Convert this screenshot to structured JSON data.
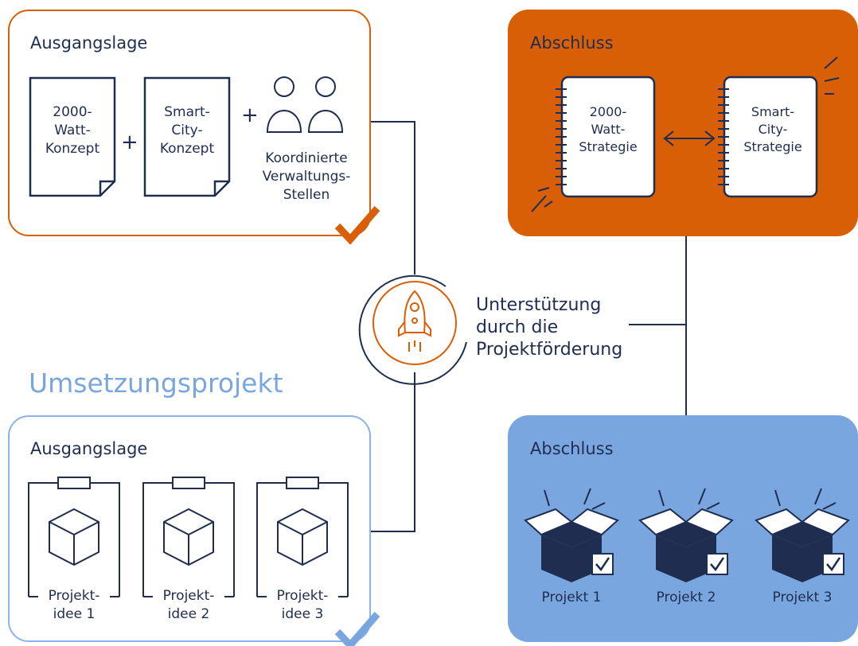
{
  "top_left": {
    "label": "Ausgangslage",
    "doc1": [
      "2000-",
      "Watt-",
      "Konzept"
    ],
    "plus1": "+",
    "doc2": [
      "Smart-",
      "City-",
      "Konzept"
    ],
    "plus2": "+",
    "people": [
      "Koordinierte",
      "Verwaltungs-",
      "Stellen"
    ]
  },
  "top_right": {
    "label": "Abschluss",
    "strat1": [
      "2000-",
      "Watt-",
      "Strategie"
    ],
    "strat2": [
      "Smart-",
      "City-",
      "Strategie"
    ]
  },
  "center": {
    "support": [
      "Unterstützung",
      "durch die",
      "Projektförderung"
    ]
  },
  "bottom_title": "Umsetzungsprojekt",
  "bottom_left": {
    "label": "Ausgangslage",
    "ideas": [
      [
        "Projekt-",
        "idee 1"
      ],
      [
        "Projekt-",
        "idee 2"
      ],
      [
        "Projekt-",
        "idee 3"
      ]
    ]
  },
  "bottom_right": {
    "label": "Abschluss",
    "projects": [
      "Projekt 1",
      "Projekt 2",
      "Projekt 3"
    ]
  },
  "colors": {
    "navy": "#1f2d50",
    "orange": "#d95f06",
    "blue": "#7aa6df",
    "light_blue": "#8ab3e8"
  }
}
